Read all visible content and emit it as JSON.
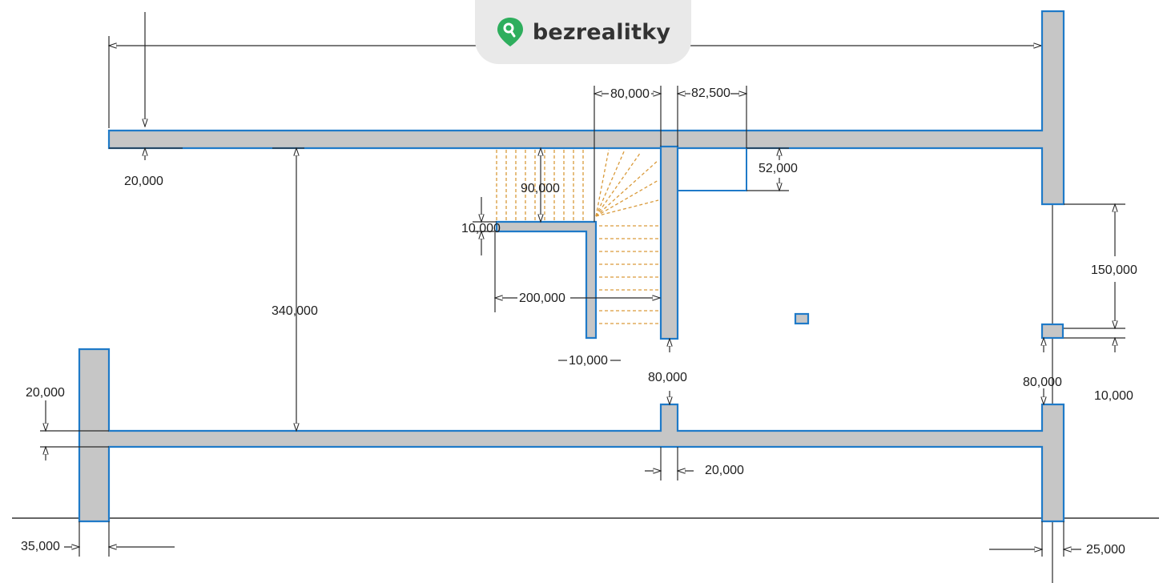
{
  "brand": {
    "name": "bezrealitky",
    "pin_color": "#2eae5d",
    "text_color": "#333333"
  },
  "colors": {
    "wall_fill": "#c6c6c6",
    "wall_outline": "#1f7ac8",
    "stair_lines": "#d99a3a",
    "dimension_lines": "#2a2a2a"
  },
  "dimensions": {
    "d_80_top": "80,000",
    "d_82_5": "82,500",
    "d_52": "52,000",
    "d_20_left_top": "20,000",
    "d_90": "90,000",
    "d_10_stair": "10,000",
    "d_340": "340,000",
    "d_200": "200,000",
    "d_10_bottom": "10,000",
    "d_80_mid": "80,000",
    "d_150": "150,000",
    "d_80_right": "80,000",
    "d_10_right": "10,000",
    "d_20_left_bottom": "20,000",
    "d_20_center": "20,000",
    "d_35": "35,000",
    "d_25": "25,000"
  }
}
